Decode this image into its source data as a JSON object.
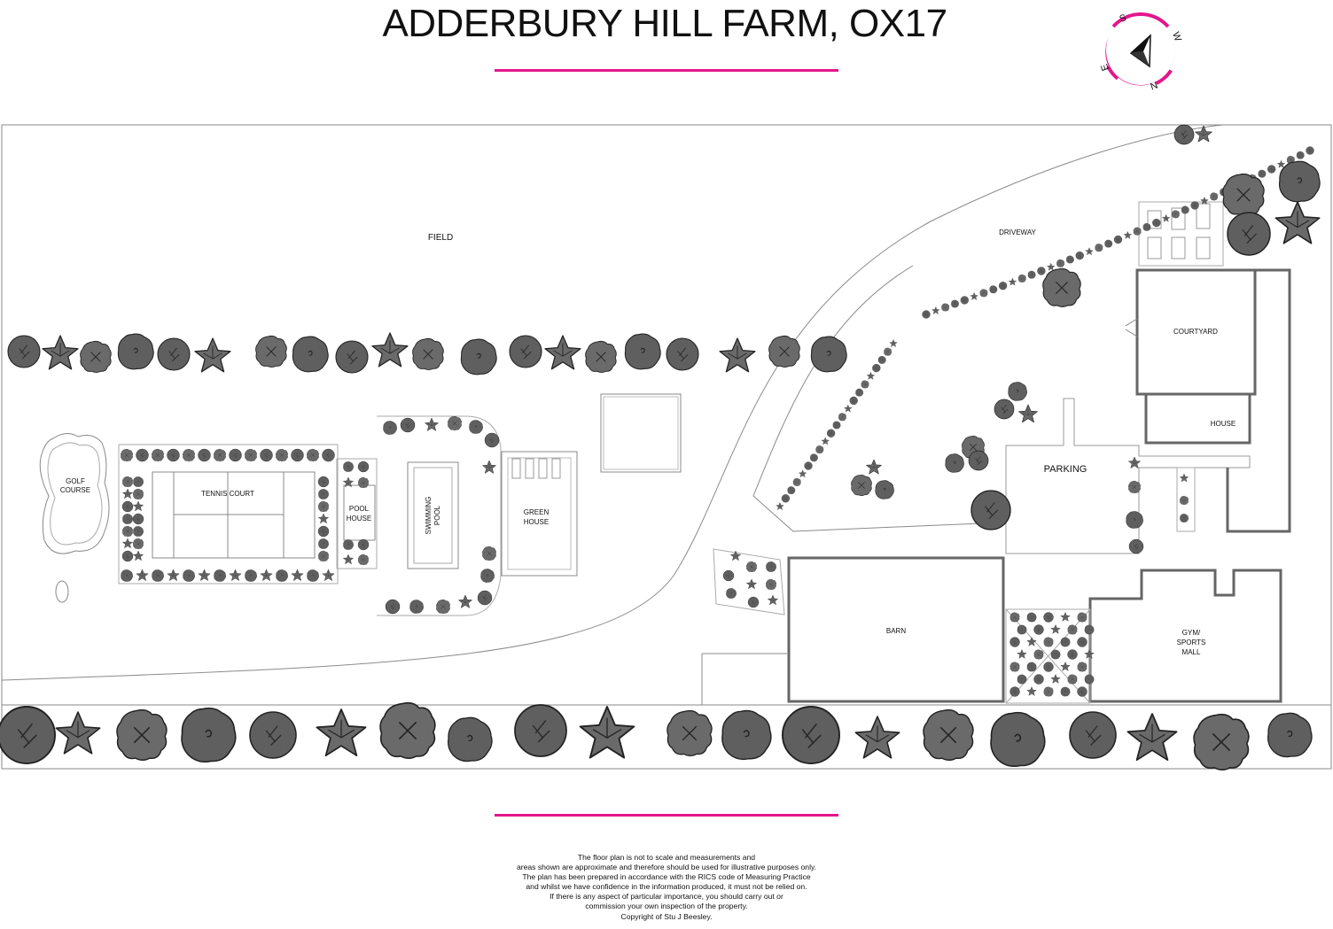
{
  "title": "ADDERBURY HILL FARM, OX17",
  "compass": {
    "letters": [
      "S",
      "W",
      "N",
      "E"
    ]
  },
  "labels": {
    "field": "FIELD",
    "driveway": "DRIVEWAY",
    "courtyard": "COURTYARD",
    "house": "HOUSE",
    "parking": "PARKING",
    "barn": "BARN",
    "gym": [
      "GYM/",
      "SPORTS",
      "MALL"
    ],
    "golf": [
      "GOLF",
      "COURSE"
    ],
    "tennis": "TENNIS COURT",
    "pool_house": [
      "POOL",
      "HOUSE"
    ],
    "swimming_pool": [
      "SWIMMING",
      "POOL"
    ],
    "green_house": [
      "GREEN",
      "HOUSE"
    ]
  },
  "disclaimer": [
    "The floor plan is not to scale and measurements and",
    "areas shown are approximate and therefore should be used for illustrative purposes only.",
    "The plan has been prepared in accordance with the RICS code of Measuring Practice",
    "and whilst we have confidence in the information produced, it must not be relied on.",
    "If there is any aspect of particular importance, you should carry out or",
    "commission your own inspection of the property.",
    "Copyright of Stu J Beesley."
  ],
  "colors": {
    "accent": "#e4168c",
    "tree": "#5a5a5a",
    "building": "#666666",
    "line": "#444444"
  }
}
